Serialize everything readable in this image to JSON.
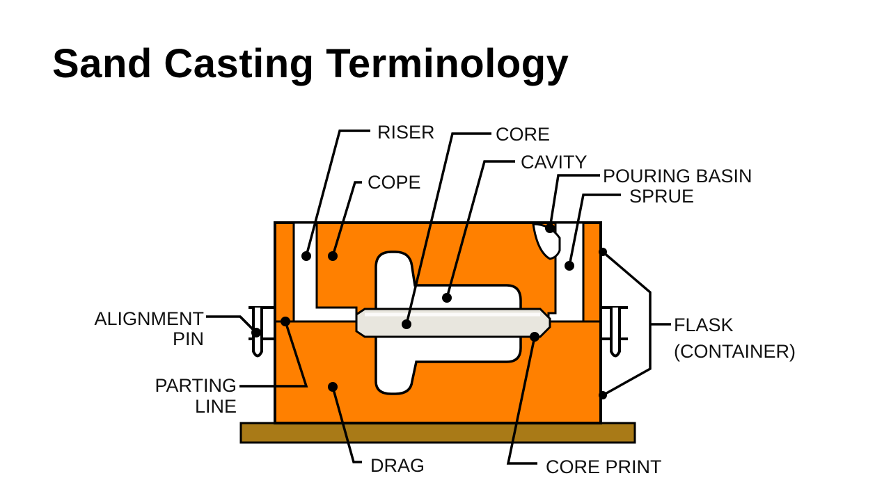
{
  "title": "Sand Casting Terminology",
  "colors": {
    "sand": "#ff8000",
    "base": "#a97a17",
    "core": "#e8e6de",
    "outline": "#000000"
  },
  "labels": {
    "riser": "RISER",
    "core": "CORE",
    "cavity": "CAVITY",
    "cope": "COPE",
    "pouring_basin": "POURING BASIN",
    "sprue": "SPRUE",
    "alignment_pin": [
      "ALIGNMENT",
      "PIN"
    ],
    "flask": [
      "FLASK",
      "(CONTAINER)"
    ],
    "parting_line": [
      "PARTING",
      "LINE"
    ],
    "drag": "DRAG",
    "core_print": "CORE PRINT"
  }
}
